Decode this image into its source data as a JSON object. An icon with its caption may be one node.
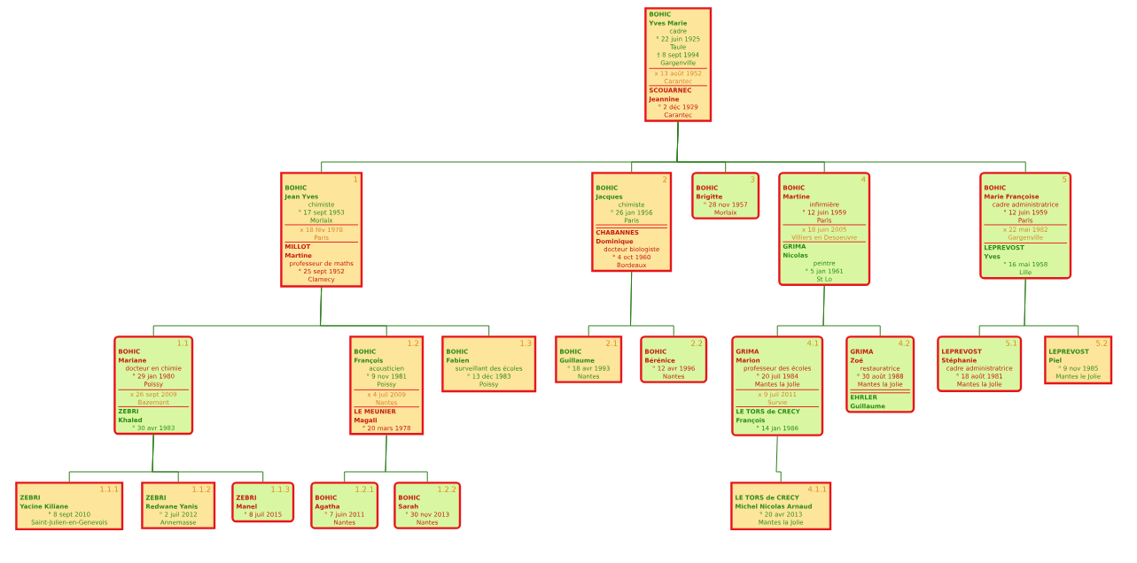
{
  "diagram": {
    "nodes": [
      {
        "text": [
          "BOHIC",
          "Yves Marie",
          "cadre",
          "° 22 juin 1925",
          "Taule",
          "† 8 sept 1994",
          "Gargenville",
          "x 13 août 1952",
          "Carantec",
          "SCOUARNEC",
          "Jeannine",
          "° 2 déc 1929",
          "Carantec"
        ]
      },
      {
        "text": [
          "1",
          "BOHIC",
          "Jean Yves",
          "chimiste",
          "° 17 sept 1953",
          "Morlaix",
          "x 18 fév 1978",
          "Paris",
          "MILLOT",
          "Martine",
          "professeur de maths",
          "° 25 sept 1952",
          "Clamecy"
        ]
      },
      {
        "text": [
          "2",
          "BOHIC",
          "Jacques",
          "chimiste",
          "° 26 jan 1956",
          "Paris",
          "CHABANNES",
          "Dominique",
          "docteur biologiste",
          "° 4 oct 1960",
          "Bordeaux"
        ]
      },
      {
        "text": [
          "3",
          "BOHIC",
          "Brigitte",
          "° 28 nov 1957",
          "Morlaix"
        ]
      },
      {
        "text": [
          "4",
          "BOHIC",
          "Martine",
          "infirmière",
          "° 12 juin 1959",
          "Paris",
          "x 18 juin 2005",
          "Villiers en Desoeuvre",
          "GRIMA",
          "Nicolas",
          "peintre",
          "° 5 jan 1961",
          "St Lo"
        ]
      },
      {
        "text": [
          "5",
          "BOHIC",
          "Marie Françoise",
          "cadre administratrice",
          "° 12 juin 1959",
          "Paris",
          "x 22 mai 1982",
          "Gargenville",
          "LEPREVOST",
          "Yves",
          "° 16 mai 1958",
          "Lille"
        ]
      },
      {
        "text": [
          "1.1",
          "BOHIC",
          "Mariane",
          "docteur en chimie",
          "° 29 jan 1980",
          "Poissy",
          "x 26 sept 2009",
          "Bazemont",
          "ZEBRI",
          "Khaled",
          "° 30 avr 1983"
        ]
      },
      {
        "text": [
          "1.2",
          "BOHIC",
          "François",
          "acousticien",
          "° 9 nov 1981",
          "Poissy",
          "x 4 juil 2009",
          "Nantes",
          "LE MEUNIER",
          "Magali",
          "° 20 mars 1978"
        ]
      },
      {
        "text": [
          "1.3",
          "BOHIC",
          "Fabien",
          "surveillant des écoles",
          "° 13 déc 1983",
          "Poissy"
        ]
      },
      {
        "text": [
          "2.1",
          "BOHIC",
          "Guillaume",
          "° 18 avr 1993",
          "Nantes"
        ]
      },
      {
        "text": [
          "2.2",
          "BOHIC",
          "Bérénice",
          "° 12 avr 1996",
          "Nantes"
        ]
      },
      {
        "text": [
          "4.1",
          "GRIMA",
          "Marion",
          "professeur des écoles",
          "° 20 juil 1984",
          "Mantes la Jolie",
          "x 9 juil 2011",
          "Survie",
          "LE TORS de CRECY",
          "François",
          "° 14 jan 1986"
        ]
      },
      {
        "text": [
          "4.2",
          "GRIMA",
          "Zoé",
          "restauratrice",
          "° 30 août 1988",
          "Mantes la Jolie",
          "EHRLER",
          "Guillaume"
        ]
      },
      {
        "text": [
          "5.1",
          "LEPREVOST",
          "Stéphanie",
          "cadre administratrice",
          "° 18 août 1981",
          "Mantes la Jolie"
        ]
      },
      {
        "text": [
          "5.2",
          "LEPREVOST",
          "Piel",
          "° 9 nov 1985",
          "Mantes le Jolie"
        ]
      },
      {
        "text": [
          "1.1.1",
          "ZEBRI",
          "Yacine Kiliane",
          "° 8 sept 2010",
          "Saint-Julien-en-Genevois"
        ]
      },
      {
        "text": [
          "1.1.2",
          "ZEBRI",
          "Redwane Yanis",
          "° 2 juil 2012",
          "Annemasse"
        ]
      },
      {
        "text": [
          "1.1.3",
          "ZEBRI",
          "Manel",
          "° 8 juil 2015"
        ]
      },
      {
        "text": [
          "1.2.1",
          "BOHIC",
          "Agatha",
          "° 7 juin 2011",
          "Nantes"
        ]
      },
      {
        "text": [
          "1.2.2",
          "BOHIC",
          "Sarah",
          "° 30 nov 2013",
          "Nantes"
        ]
      },
      {
        "text": [
          "4.1.1",
          "LE TORS de CRECY",
          "Michel Nicolas Arnaud",
          "° 20 avr 2013",
          "Mantes la Jolie"
        ]
      }
    ],
    "edges": [
      {
        "from": 0,
        "to": 1,
        "arrow": "none"
      },
      {
        "from": 0,
        "to": 2,
        "arrow": "none"
      },
      {
        "from": 0,
        "to": 3,
        "arrow": "none"
      },
      {
        "from": 0,
        "to": 4,
        "arrow": "none"
      },
      {
        "from": 0,
        "to": 5,
        "arrow": "none"
      },
      {
        "from": 1,
        "to": 6,
        "arrow": "none"
      },
      {
        "from": 1,
        "to": 7,
        "arrow": "none"
      },
      {
        "from": 1,
        "to": 8,
        "arrow": "none"
      },
      {
        "from": 2,
        "to": 9,
        "arrow": "none"
      },
      {
        "from": 2,
        "to": 10,
        "arrow": "none"
      },
      {
        "from": 4,
        "to": 11,
        "arrow": "none"
      },
      {
        "from": 4,
        "to": 12,
        "arrow": "none"
      },
      {
        "from": 5,
        "to": 13,
        "arrow": "none"
      },
      {
        "from": 5,
        "to": 14,
        "arrow": "none"
      },
      {
        "from": 6,
        "to": 15,
        "arrow": "none"
      },
      {
        "from": 6,
        "to": 16,
        "arrow": "none"
      },
      {
        "from": 6,
        "to": 17,
        "arrow": "none"
      },
      {
        "from": 7,
        "to": 18,
        "arrow": "none"
      },
      {
        "from": 7,
        "to": 19,
        "arrow": "none"
      },
      {
        "from": 11,
        "to": 20,
        "arrow": "none"
      }
    ]
  }
}
